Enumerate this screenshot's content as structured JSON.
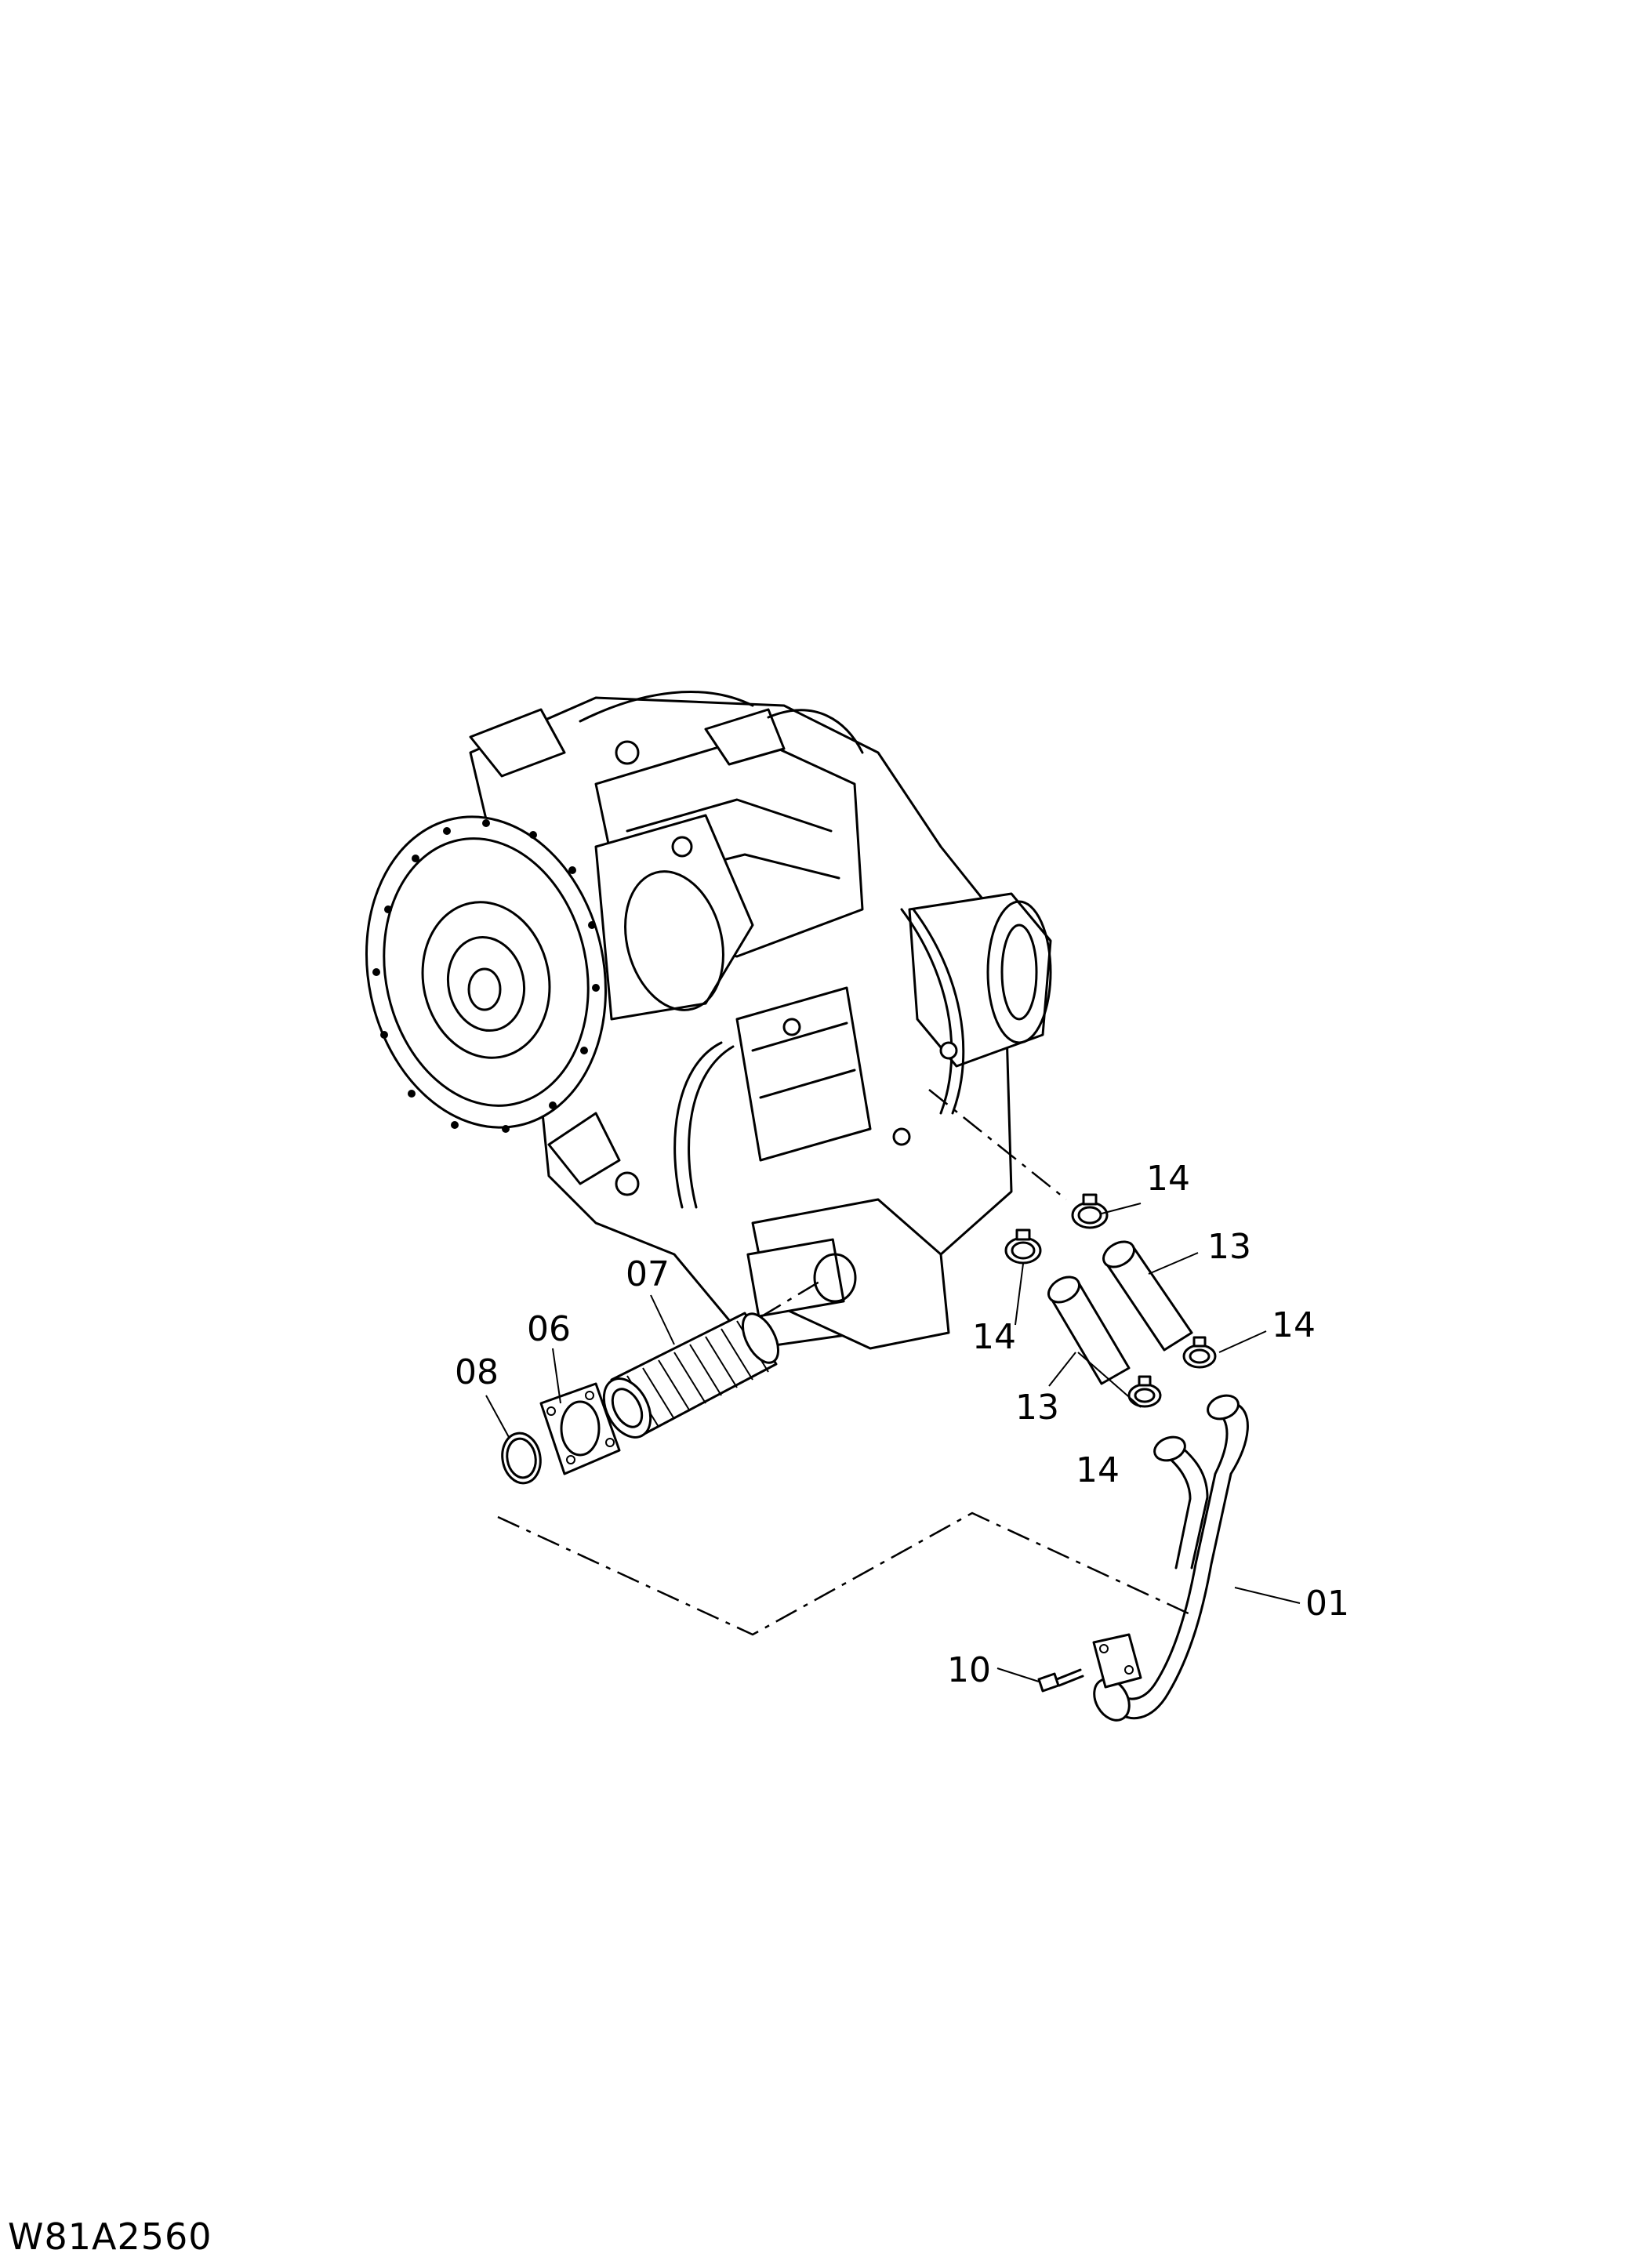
{
  "drawing_id": "W81A2560",
  "callouts": [
    {
      "id": "c01",
      "label": "01"
    },
    {
      "id": "c06",
      "label": "06"
    },
    {
      "id": "c07",
      "label": "07"
    },
    {
      "id": "c08",
      "label": "08"
    },
    {
      "id": "c10",
      "label": "10"
    },
    {
      "id": "c13a",
      "label": "13"
    },
    {
      "id": "c13b",
      "label": "13"
    },
    {
      "id": "c14a",
      "label": "14"
    },
    {
      "id": "c14b",
      "label": "14"
    },
    {
      "id": "c14c",
      "label": "14"
    },
    {
      "id": "c14d",
      "label": "14"
    }
  ]
}
